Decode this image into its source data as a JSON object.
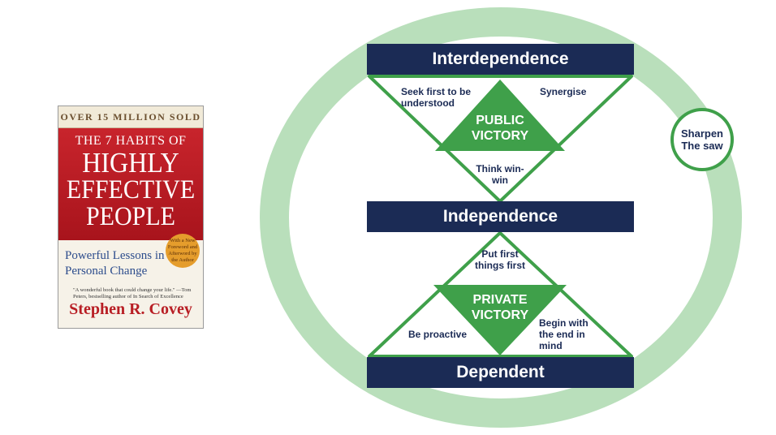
{
  "book": {
    "banner": "OVER 15 MILLION SOLD",
    "title_line1": "THE 7 HABITS OF",
    "title_line2": "HIGHLY",
    "title_line3": "EFFECTIVE",
    "title_line4": "PEOPLE",
    "subtitle": "Powerful Lessons in Personal Change",
    "seal": "With a New Foreword and Afterword by the Author",
    "quote": "\"A wonderful book that could change your life.\" —Tom Peters, bestselling author of In Search of Excellence",
    "author": "Stephen R. Covey"
  },
  "diagram": {
    "levels": {
      "top": "Interdependence",
      "middle": "Independence",
      "bottom": "Dependent"
    },
    "public_victory": "PUBLIC VICTORY",
    "private_victory": "PRIVATE VICTORY",
    "habits": {
      "seek_first": "Seek first to be understood",
      "synergise": "Synergise",
      "think_win_win": "Think win-win",
      "put_first": "Put first things first",
      "be_proactive": "Be proactive",
      "begin_with_end": "Begin with the end in mind",
      "sharpen_saw": "Sharpen The saw"
    },
    "colors": {
      "navy": "#1b2b55",
      "green": "#3fa04a",
      "ring": "#b9dfbb"
    }
  }
}
